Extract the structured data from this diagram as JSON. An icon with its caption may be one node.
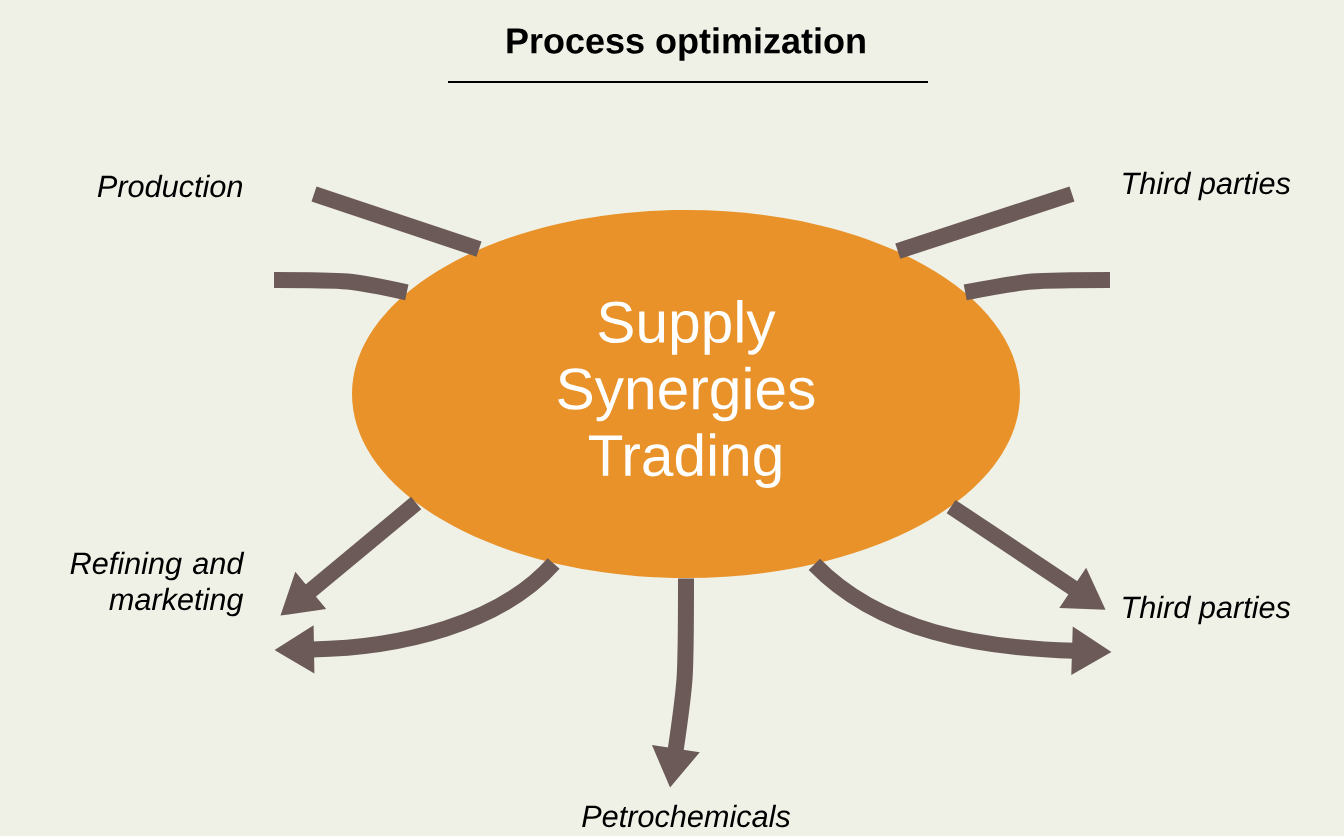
{
  "diagram": {
    "title": "Process optimization",
    "nodes": [
      {
        "text": [
          "Supply Synergies Trading"
        ]
      },
      {
        "text": [
          "Production"
        ]
      },
      {
        "text": [
          "Third parties"
        ]
      },
      {
        "text": [
          "Refining and marketing"
        ]
      },
      {
        "text": [
          "Third parties"
        ]
      },
      {
        "text": [
          "Petrochemicals"
        ]
      }
    ],
    "edges": [
      {
        "from": 1,
        "to": 0,
        "arrow": "none"
      },
      {
        "from": 1,
        "to": 0,
        "arrow": "none"
      },
      {
        "from": 2,
        "to": 0,
        "arrow": "none"
      },
      {
        "from": 2,
        "to": 0,
        "arrow": "none"
      },
      {
        "from": 0,
        "to": 3,
        "arrow": "to"
      },
      {
        "from": 0,
        "to": 3,
        "arrow": "to"
      },
      {
        "from": 0,
        "to": 4,
        "arrow": "to"
      },
      {
        "from": 0,
        "to": 4,
        "arrow": "to"
      },
      {
        "from": 0,
        "to": 5,
        "arrow": "to"
      }
    ]
  }
}
